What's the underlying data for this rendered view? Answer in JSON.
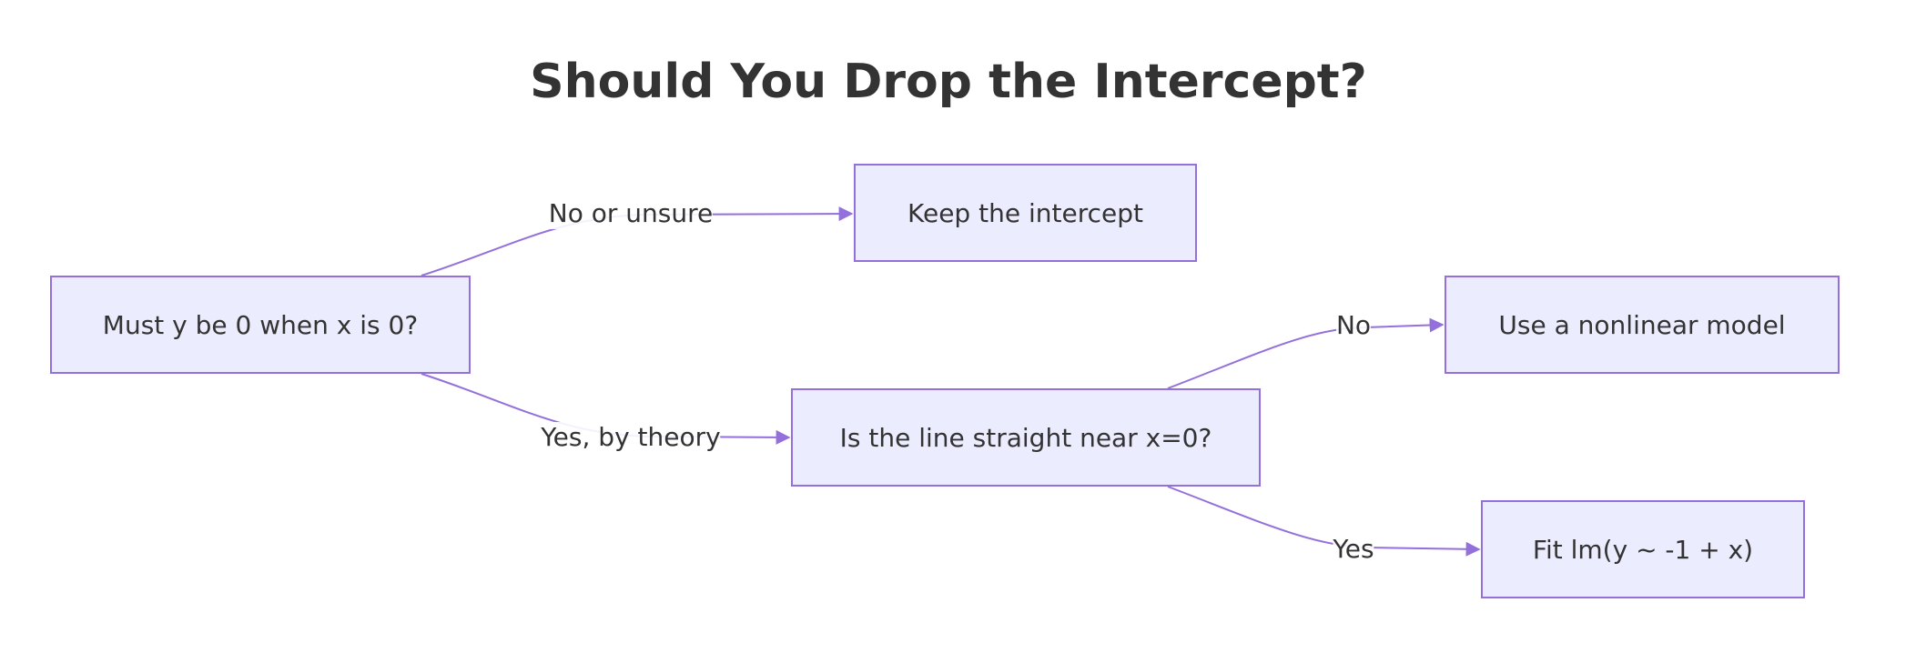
{
  "title": "Should You Drop the Intercept?",
  "colors": {
    "node_fill": "#ECECFF",
    "node_stroke": "#9370DB",
    "edge": "#9370DB",
    "text": "#333333",
    "background": "#FFFFFF"
  },
  "nodes": {
    "A": {
      "label": "Must y be 0 when x is 0?"
    },
    "B": {
      "label": "Keep the intercept"
    },
    "C": {
      "label": "Is the line straight near x=0?"
    },
    "D": {
      "label": "Use a nonlinear model"
    },
    "E": {
      "label": "Fit lm(y ~ -1 + x)"
    }
  },
  "edges": [
    {
      "from": "A",
      "to": "B",
      "label": "No or unsure"
    },
    {
      "from": "A",
      "to": "C",
      "label": "Yes, by theory"
    },
    {
      "from": "C",
      "to": "D",
      "label": "No"
    },
    {
      "from": "C",
      "to": "E",
      "label": "Yes"
    }
  ]
}
